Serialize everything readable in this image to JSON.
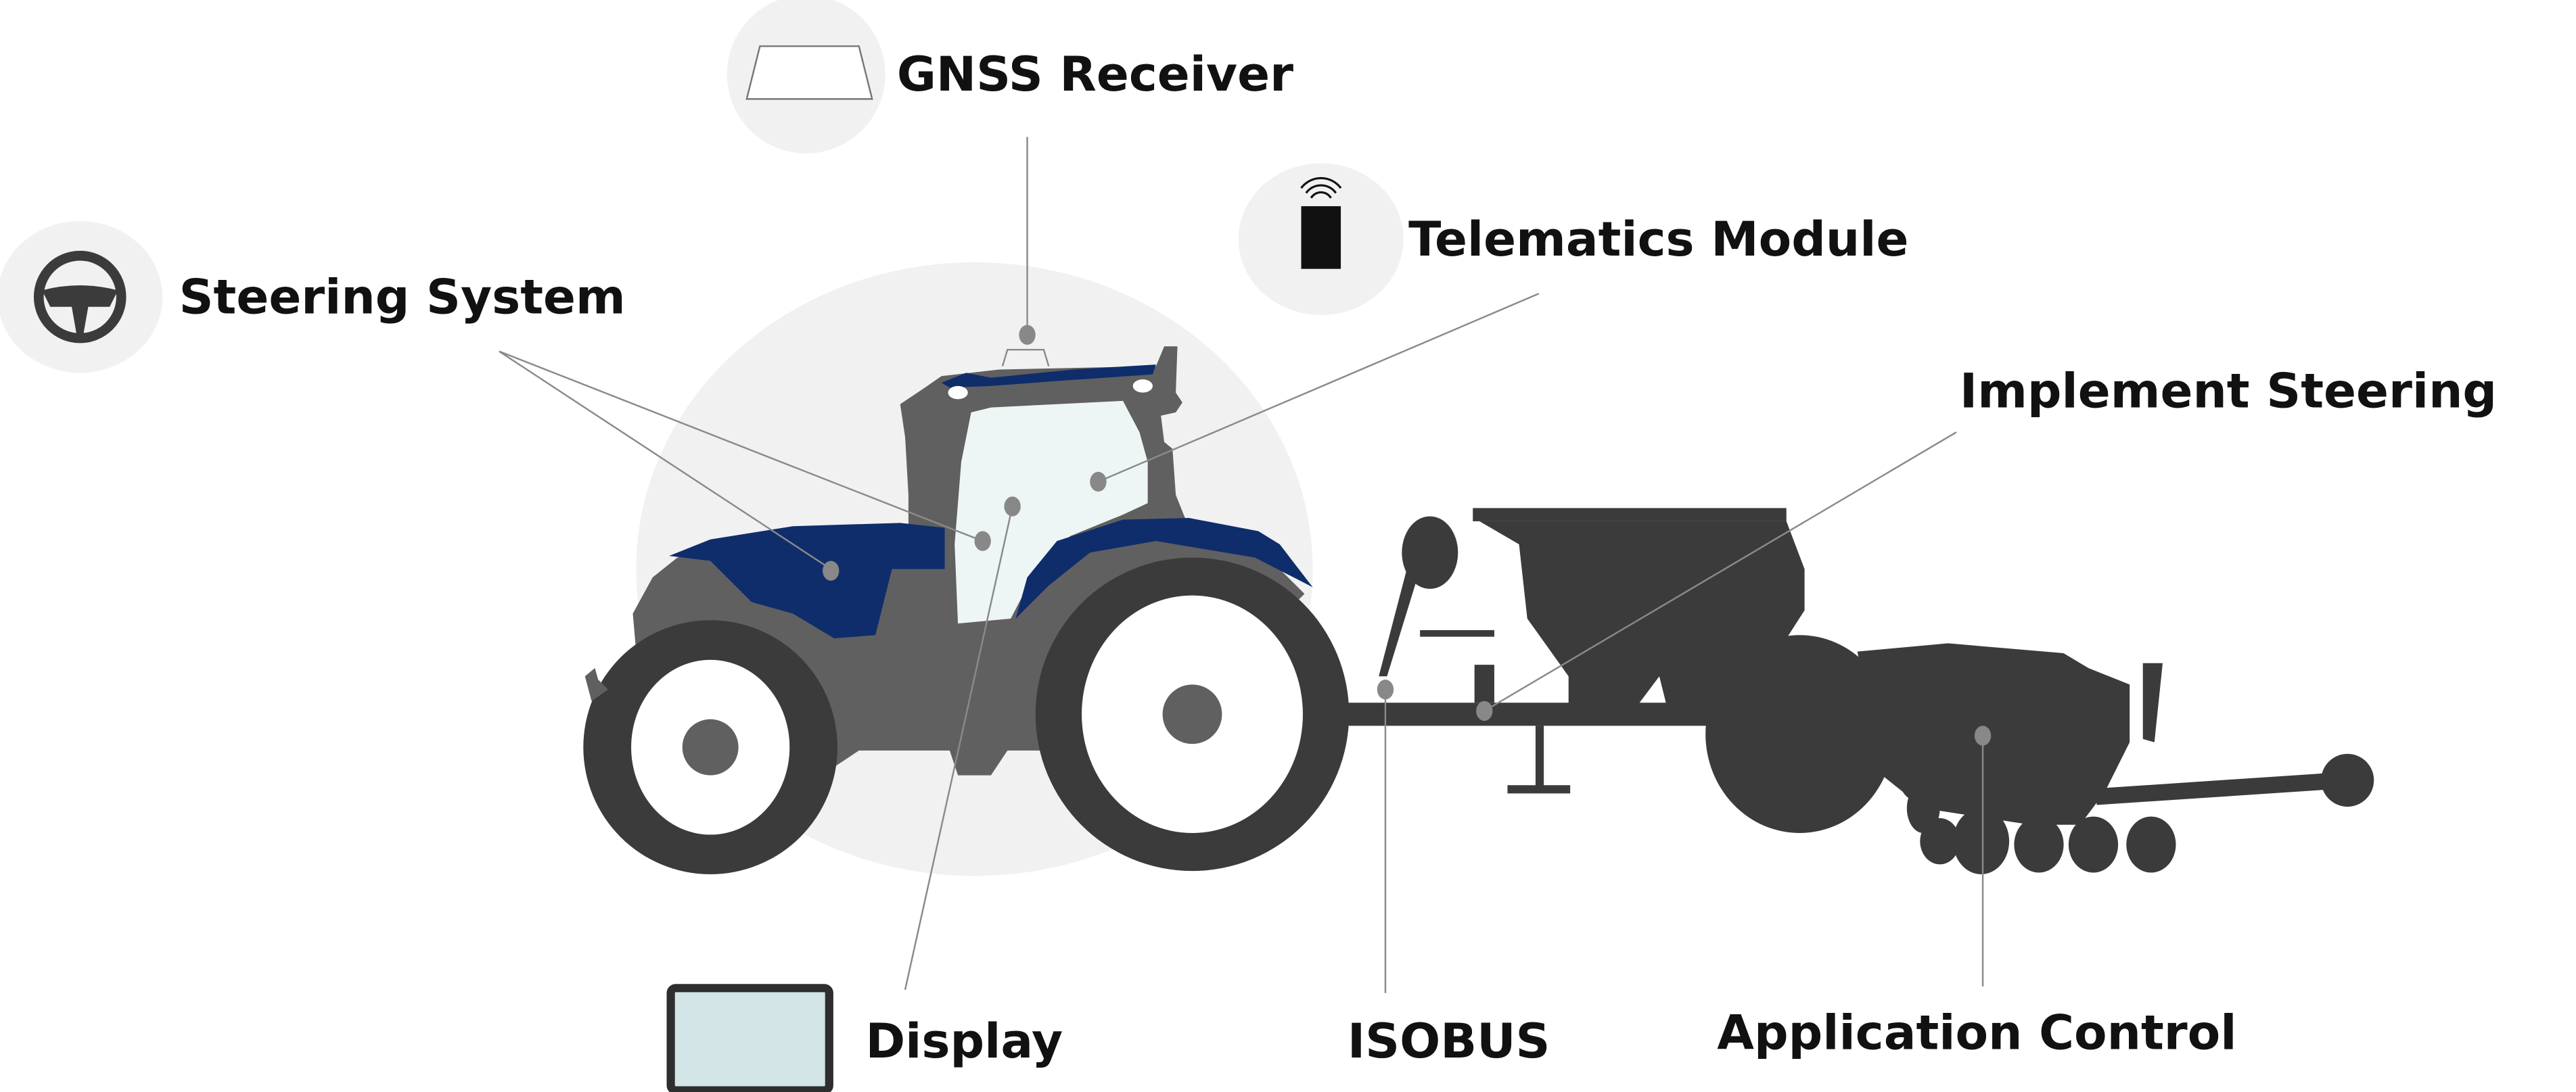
{
  "title": "Precision farming tractor and planter components",
  "labels": {
    "gnss": "GNSS Receiver",
    "telematics": "Telematics Module",
    "steering": "Steering System",
    "implement": "Implement Steering",
    "display": "Display",
    "isobus": "ISOBUS",
    "application": "Application Control"
  },
  "icons": {
    "gnss": "gnss-antenna-icon",
    "telematics": "telematics-device-icon",
    "steering": "steering-wheel-icon",
    "display": "display-monitor-icon"
  },
  "colors": {
    "tractor_blue": "#0f2d6b",
    "body_gray": "#606060",
    "dark": "#3b3b3b",
    "glass": "#eef5f5",
    "display_screen": "#d3e5e6",
    "background_circle": "#f1f1f1"
  }
}
